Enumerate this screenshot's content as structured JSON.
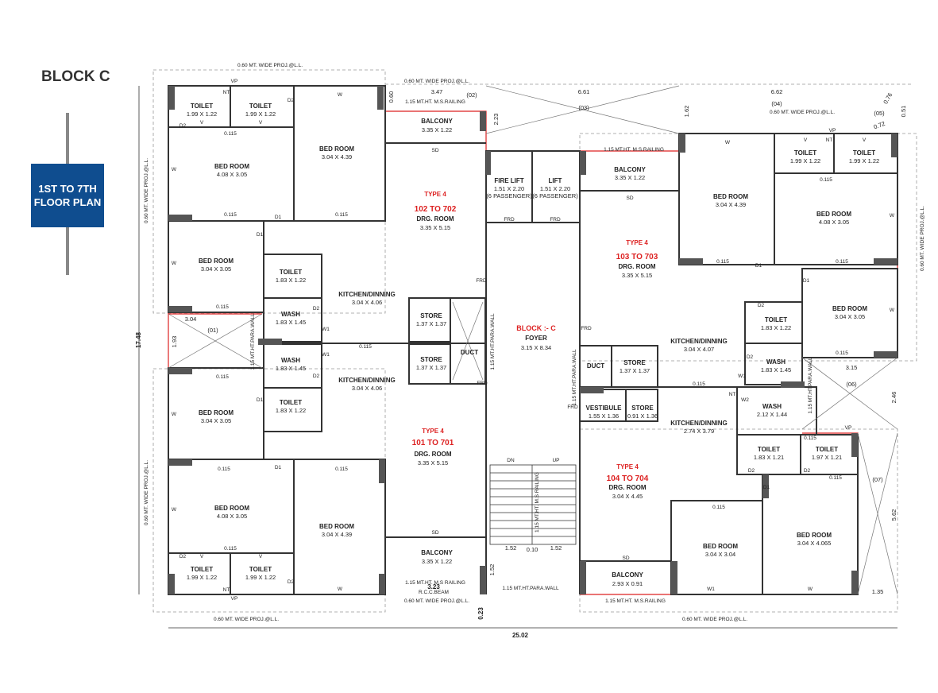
{
  "block_title": "BLOCK C",
  "badge": {
    "line1": "1ST TO 7TH",
    "line2": "FLOOR PLAN"
  },
  "center": {
    "block": "BLOCK :- C",
    "foyer": "FOYER",
    "foyer_dim": "3.15 X 8.34"
  },
  "dims": {
    "total_width": "25.02",
    "total_height": "17.48",
    "proj_top_left": "0.60 MT. WIDE PROJ.@L.L.",
    "proj_top_mid": "0.60 MT. WIDE PROJ.@L.L.",
    "proj_bottom_left": "0.60 MT. WIDE PROJ.@L.L.",
    "proj_bottom_mid": "0.60 MT. WIDE PROJ.@L.L.",
    "proj_bottom_right": "0.60 MT. WIDE PROJ.@L.L.",
    "proj_right_top": "0.60 MT. WIDE PROJ.@L.L.",
    "proj_right_mid": "0.60 MT. WIDE PROJ.@L.L.",
    "proj_left_top": "0.60 MT. WIDE PROJ.@L.L.",
    "proj_left_bottom": "0.60 MT. WIDE PROJ.@L.L.",
    "d347": "3.47",
    "d661": "6.61",
    "d662": "6.62",
    "d076": "0.76",
    "d072": "0.72",
    "d162": "1.62",
    "d223": "2.23",
    "d060": "0.60",
    "d304": "3.04",
    "d193": "1.93",
    "d315": "3.15",
    "d246": "2.46",
    "d562": "5.62",
    "d135": "1.35",
    "d323": "3.23",
    "d023": "0.23",
    "d152a": "1.52",
    "d010": "0.10",
    "d152b": "1.52",
    "d152c": "1.52",
    "d051": "0.51"
  },
  "open_areas": [
    "(01)",
    "(02)",
    "(03)",
    "(04)",
    "(05)",
    "(06)",
    "(07)"
  ],
  "railings": {
    "r1": "1.15 MT.HT. M.S.RAILING",
    "r2": "1.15 MT.HT. M.S.RAILING",
    "r3": "1.15 MT.HT. M.S.RAILING",
    "r4": "1.15 MT.HT. M.S.RAILING",
    "r5": "1.15 MT.HT. M.S RAILING",
    "para1": "1.15 MT.HT.PARA.WALL",
    "para2": "1.15 MT.HT.PARA.WALL",
    "para3": "1.15 MT.HT.PARA.WALL",
    "para4": "1.15 MT.HT.PARA.WALL",
    "para5": "1.15 MT.HT.PARA.WALL",
    "rccbeam": "R.C.C.BEAM"
  },
  "units": [
    {
      "type": "TYPE 4",
      "num": "102 TO 702",
      "drg": "DRG. ROOM",
      "drg_dim": "3.35 X 5.15"
    },
    {
      "type": "TYPE 4",
      "num": "101 TO 701",
      "drg": "DRG. ROOM",
      "drg_dim": "3.35 X 5.15"
    },
    {
      "type": "TYPE 4",
      "num": "103 TO 703",
      "drg": "DRG. ROOM",
      "drg_dim": "3.35 X 5.15"
    },
    {
      "type": "TYPE 4",
      "num": "104 TO 704",
      "drg": "DRG. ROOM",
      "drg_dim": "3.04 X 4.45"
    }
  ],
  "rooms": {
    "toilet_a": [
      "TOILET",
      "1.99 X 1.22"
    ],
    "toilet_b": [
      "TOILET",
      "1.99 X 1.22"
    ],
    "balcony_top_l": [
      "BALCONY",
      "3.35 X 1.22"
    ],
    "bed_top_l1": [
      "BED ROOM",
      "4.08 X 3.05"
    ],
    "bed_top_l2": [
      "BED ROOM",
      "3.04 X 4.39"
    ],
    "bed_mid_l": [
      "BED ROOM",
      "3.04 X 3.05"
    ],
    "toilet_mid_l": [
      "TOILET",
      "1.83 X 1.22"
    ],
    "wash_l1": [
      "WASH",
      "1.83 X 1.45"
    ],
    "kitchen_l1": [
      "KITCHEN/DINNING",
      "3.04 X 4.06"
    ],
    "store_l1": [
      "STORE",
      "1.37 X 1.37"
    ],
    "wash_l2": [
      "WASH",
      "1.83 X 1.45"
    ],
    "store_l2": [
      "STORE",
      "1.37 X 1.37"
    ],
    "kitchen_l2": [
      "KITCHEN/DINNING",
      "3.04 X 4.06"
    ],
    "toilet_mid_l2": [
      "TOILET",
      "1.83 X 1.22"
    ],
    "bed_mid_l2": [
      "BED ROOM",
      "3.04 X 3.05"
    ],
    "bed_bot_l1": [
      "BED ROOM",
      "4.08 X 3.05"
    ],
    "bed_bot_l2": [
      "BED ROOM",
      "3.04 X 4.39"
    ],
    "balcony_bot_l": [
      "BALCONY",
      "3.35 X 1.22"
    ],
    "toilet_c": [
      "TOILET",
      "1.99 X 1.22"
    ],
    "toilet_d": [
      "TOILET",
      "1.99 X 1.22"
    ],
    "fire_lift": [
      "FIRE LIFT",
      "1.51 X 2.20",
      "(6 PASSENGER)"
    ],
    "lift": [
      "LIFT",
      "1.51 X 2.20",
      "(6 PASSENGER)"
    ],
    "balcony_top_r": [
      "BALCONY",
      "3.35 X 1.22"
    ],
    "toilet_e": [
      "TOILET",
      "1.99 X 1.22"
    ],
    "toilet_f": [
      "TOILET",
      "1.99 X 1.22"
    ],
    "bed_top_r1": [
      "BED ROOM",
      "3.04 X 4.39"
    ],
    "bed_top_r2": [
      "BED ROOM",
      "4.08 X 3.05"
    ],
    "bed_mid_r": [
      "BED ROOM",
      "3.04 X 3.05"
    ],
    "toilet_mid_r": [
      "TOILET",
      "1.83 X 1.22"
    ],
    "wash_r1": [
      "WASH",
      "1.83 X 1.45"
    ],
    "kitchen_r1": [
      "KITCHEN/DINNING",
      "3.04 X 4.07"
    ],
    "store_r1": [
      "STORE",
      "1.37 X 1.37"
    ],
    "duct_r": [
      "DUCT"
    ],
    "duct_l": [
      "DUCT"
    ],
    "vestibule": [
      "VESTIBULE",
      "1.55 X 1.36"
    ],
    "store_r2": [
      "STORE",
      "0.91 X 1.36"
    ],
    "kitchen_r2": [
      "KITCHEN/DINNING",
      "2.74 X 3.79"
    ],
    "wash_r2": [
      "WASH",
      "2.12 X 1.44"
    ],
    "toilet_g": [
      "TOILET",
      "1.83 X 1.21"
    ],
    "toilet_h": [
      "TOILET",
      "1.97 X 1.21"
    ],
    "bed_bot_r1": [
      "BED ROOM",
      "3.04 X 3.04"
    ],
    "bed_bot_r2": [
      "BED ROOM",
      "3.04 X 4.065"
    ],
    "balcony_bot_r": [
      "BALCONY",
      "2.93 X 0.91"
    ]
  },
  "stair": {
    "dn": "DN",
    "up": "UP",
    "railing": "1.15 MT.HT. M.S RAILING"
  },
  "wall_marks": {
    "w115": "0.115",
    "sd": "SD",
    "frd": "FRD",
    "d1": "D1",
    "d2": "D2",
    "w": "W",
    "w1": "W1",
    "w2": "W2",
    "nt": "NT",
    "v": "V",
    "vp": "VP"
  }
}
